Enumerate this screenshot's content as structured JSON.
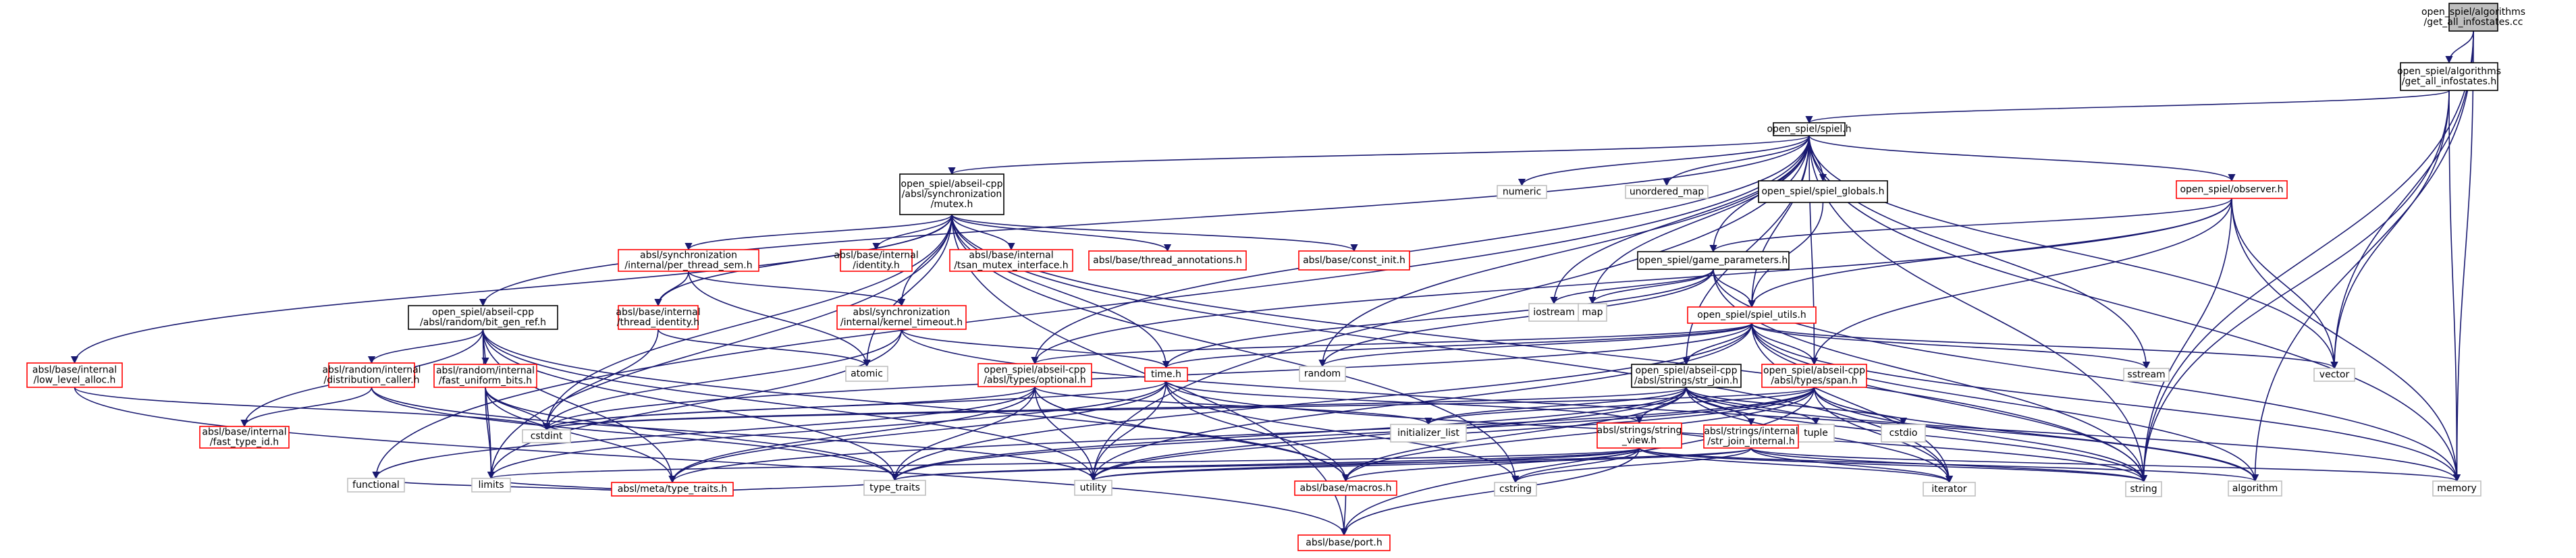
{
  "colors": {
    "edge": "#191970",
    "linked_border": "#ff0000",
    "plain_border": "#000000",
    "external_border": "#bfbfbf",
    "root_fill": "#bfbfbf",
    "external_text": "#404040"
  },
  "nodes": [
    {
      "id": "cc",
      "lines": [
        "open_spiel/algorithms",
        "/get_all_infostates.cc"
      ],
      "kind": "root"
    },
    {
      "id": "h",
      "lines": [
        "open_spiel/algorithms",
        "/get_all_infostates.h"
      ],
      "kind": "plain"
    },
    {
      "id": "spiel",
      "lines": [
        "open_spiel/spiel.h"
      ],
      "kind": "plain"
    },
    {
      "id": "mutex",
      "lines": [
        "open_spiel/abseil-cpp",
        "/absl/synchronization",
        "/mutex.h"
      ],
      "kind": "plain"
    },
    {
      "id": "numeric",
      "lines": [
        "numeric"
      ],
      "kind": "external"
    },
    {
      "id": "unordered_map",
      "lines": [
        "unordered_map"
      ],
      "kind": "external"
    },
    {
      "id": "spiel_globals",
      "lines": [
        "open_spiel/spiel_globals.h"
      ],
      "kind": "plain"
    },
    {
      "id": "observer",
      "lines": [
        "open_spiel/observer.h"
      ],
      "kind": "linked"
    },
    {
      "id": "per_thread_sem",
      "lines": [
        "absl/synchronization",
        "/internal/per_thread_sem.h"
      ],
      "kind": "linked"
    },
    {
      "id": "identity",
      "lines": [
        "absl/base/internal",
        "/identity.h"
      ],
      "kind": "linked"
    },
    {
      "id": "tsan",
      "lines": [
        "absl/base/internal",
        "/tsan_mutex_interface.h"
      ],
      "kind": "linked"
    },
    {
      "id": "thread_annotations",
      "lines": [
        "absl/base/thread_annotations.h"
      ],
      "kind": "linked"
    },
    {
      "id": "const_init",
      "lines": [
        "absl/base/const_init.h"
      ],
      "kind": "linked"
    },
    {
      "id": "game_parameters",
      "lines": [
        "open_spiel/game_parameters.h"
      ],
      "kind": "plain"
    },
    {
      "id": "iostream",
      "lines": [
        "iostream"
      ],
      "kind": "external"
    },
    {
      "id": "map",
      "lines": [
        "map"
      ],
      "kind": "external"
    },
    {
      "id": "bit_gen_ref",
      "lines": [
        "open_spiel/abseil-cpp",
        "/absl/random/bit_gen_ref.h"
      ],
      "kind": "plain"
    },
    {
      "id": "thread_identity",
      "lines": [
        "absl/base/internal",
        "/thread_identity.h"
      ],
      "kind": "linked"
    },
    {
      "id": "kernel_timeout",
      "lines": [
        "absl/synchronization",
        "/internal/kernel_timeout.h"
      ],
      "kind": "linked"
    },
    {
      "id": "spiel_utils",
      "lines": [
        "open_spiel/spiel_utils.h"
      ],
      "kind": "linked"
    },
    {
      "id": "low_level_alloc",
      "lines": [
        "absl/base/internal",
        "/low_level_alloc.h"
      ],
      "kind": "linked"
    },
    {
      "id": "distribution_caller",
      "lines": [
        "absl/random/internal",
        "/distribution_caller.h"
      ],
      "kind": "linked"
    },
    {
      "id": "fast_uniform_bits",
      "lines": [
        "absl/random/internal",
        "/fast_uniform_bits.h"
      ],
      "kind": "linked"
    },
    {
      "id": "atomic",
      "lines": [
        "atomic"
      ],
      "kind": "external"
    },
    {
      "id": "optional",
      "lines": [
        "open_spiel/abseil-cpp",
        "/absl/types/optional.h"
      ],
      "kind": "linked"
    },
    {
      "id": "time",
      "lines": [
        "time.h"
      ],
      "kind": "linked"
    },
    {
      "id": "random",
      "lines": [
        "random"
      ],
      "kind": "external"
    },
    {
      "id": "str_join",
      "lines": [
        "open_spiel/abseil-cpp",
        "/absl/strings/str_join.h"
      ],
      "kind": "plain"
    },
    {
      "id": "span",
      "lines": [
        "open_spiel/abseil-cpp",
        "/absl/types/span.h"
      ],
      "kind": "linked"
    },
    {
      "id": "sstream",
      "lines": [
        "sstream"
      ],
      "kind": "external"
    },
    {
      "id": "vector",
      "lines": [
        "vector"
      ],
      "kind": "external"
    },
    {
      "id": "fast_type_id",
      "lines": [
        "absl/base/internal",
        "/fast_type_id.h"
      ],
      "kind": "linked"
    },
    {
      "id": "cstdint",
      "lines": [
        "cstdint"
      ],
      "kind": "external"
    },
    {
      "id": "initializer_list",
      "lines": [
        "initializer_list"
      ],
      "kind": "external"
    },
    {
      "id": "string_view",
      "lines": [
        "absl/strings/string",
        "_view.h"
      ],
      "kind": "linked"
    },
    {
      "id": "tuple",
      "lines": [
        "tuple"
      ],
      "kind": "external"
    },
    {
      "id": "cstdio",
      "lines": [
        "cstdio"
      ],
      "kind": "external"
    },
    {
      "id": "str_join_internal",
      "lines": [
        "absl/strings/internal",
        "/str_join_internal.h"
      ],
      "kind": "linked"
    },
    {
      "id": "type_traits_h",
      "lines": [
        "absl/meta/type_traits.h"
      ],
      "kind": "linked"
    },
    {
      "id": "functional",
      "lines": [
        "functional"
      ],
      "kind": "external"
    },
    {
      "id": "limits",
      "lines": [
        "limits"
      ],
      "kind": "external"
    },
    {
      "id": "type_traits",
      "lines": [
        "type_traits"
      ],
      "kind": "external"
    },
    {
      "id": "utility",
      "lines": [
        "utility"
      ],
      "kind": "external"
    },
    {
      "id": "macros",
      "lines": [
        "absl/base/macros.h"
      ],
      "kind": "linked"
    },
    {
      "id": "cstring",
      "lines": [
        "cstring"
      ],
      "kind": "external"
    },
    {
      "id": "iterator",
      "lines": [
        "iterator"
      ],
      "kind": "external"
    },
    {
      "id": "string",
      "lines": [
        "string"
      ],
      "kind": "external"
    },
    {
      "id": "algorithm",
      "lines": [
        "algorithm"
      ],
      "kind": "external"
    },
    {
      "id": "memory",
      "lines": [
        "memory"
      ],
      "kind": "external"
    },
    {
      "id": "port",
      "lines": [
        "absl/base/port.h"
      ],
      "kind": "linked"
    }
  ],
  "edges": [
    [
      "cc",
      "h"
    ],
    [
      "cc",
      "string"
    ],
    [
      "cc",
      "vector"
    ],
    [
      "cc",
      "memory"
    ],
    [
      "cc",
      "algorithm"
    ],
    [
      "h",
      "spiel"
    ],
    [
      "h",
      "string"
    ],
    [
      "h",
      "vector"
    ],
    [
      "h",
      "memory"
    ],
    [
      "spiel",
      "mutex"
    ],
    [
      "spiel",
      "numeric"
    ],
    [
      "spiel",
      "unordered_map"
    ],
    [
      "spiel",
      "spiel_globals"
    ],
    [
      "spiel",
      "observer"
    ],
    [
      "spiel",
      "game_parameters"
    ],
    [
      "spiel",
      "iostream"
    ],
    [
      "spiel",
      "map"
    ],
    [
      "spiel",
      "bit_gen_ref"
    ],
    [
      "spiel",
      "spiel_utils"
    ],
    [
      "spiel",
      "random"
    ],
    [
      "spiel",
      "str_join"
    ],
    [
      "spiel",
      "span"
    ],
    [
      "spiel",
      "sstream"
    ],
    [
      "spiel",
      "vector"
    ],
    [
      "spiel",
      "optional"
    ],
    [
      "spiel",
      "functional"
    ],
    [
      "spiel",
      "string"
    ],
    [
      "spiel",
      "memory"
    ],
    [
      "spiel",
      "utility"
    ],
    [
      "mutex",
      "per_thread_sem"
    ],
    [
      "mutex",
      "identity"
    ],
    [
      "mutex",
      "tsan"
    ],
    [
      "mutex",
      "thread_annotations"
    ],
    [
      "mutex",
      "const_init"
    ],
    [
      "mutex",
      "thread_identity"
    ],
    [
      "mutex",
      "kernel_timeout"
    ],
    [
      "mutex",
      "low_level_alloc"
    ],
    [
      "mutex",
      "atomic"
    ],
    [
      "mutex",
      "time"
    ],
    [
      "mutex",
      "cstdint"
    ],
    [
      "mutex",
      "cstring"
    ],
    [
      "mutex",
      "iterator"
    ],
    [
      "mutex",
      "string"
    ],
    [
      "mutex",
      "port"
    ],
    [
      "mutex",
      "limits"
    ],
    [
      "per_thread_sem",
      "thread_identity"
    ],
    [
      "per_thread_sem",
      "kernel_timeout"
    ],
    [
      "per_thread_sem",
      "atomic"
    ],
    [
      "thread_identity",
      "cstdint"
    ],
    [
      "thread_identity",
      "atomic"
    ],
    [
      "kernel_timeout",
      "time"
    ],
    [
      "kernel_timeout",
      "cstdint"
    ],
    [
      "kernel_timeout",
      "limits"
    ],
    [
      "kernel_timeout",
      "algorithm"
    ],
    [
      "low_level_alloc",
      "cstdint"
    ],
    [
      "low_level_alloc",
      "port"
    ],
    [
      "spiel_globals",
      "spiel_utils"
    ],
    [
      "observer",
      "game_parameters"
    ],
    [
      "observer",
      "spiel_utils"
    ],
    [
      "observer",
      "span"
    ],
    [
      "observer",
      "optional"
    ],
    [
      "observer",
      "string"
    ],
    [
      "observer",
      "vector"
    ],
    [
      "observer",
      "memory"
    ],
    [
      "game_parameters",
      "iostream"
    ],
    [
      "game_parameters",
      "map"
    ],
    [
      "game_parameters",
      "spiel_utils"
    ],
    [
      "game_parameters",
      "string"
    ],
    [
      "game_parameters",
      "memory"
    ],
    [
      "game_parameters",
      "time"
    ],
    [
      "game_parameters",
      "random"
    ],
    [
      "bit_gen_ref",
      "distribution_caller"
    ],
    [
      "bit_gen_ref",
      "fast_uniform_bits"
    ],
    [
      "bit_gen_ref",
      "fast_type_id"
    ],
    [
      "bit_gen_ref",
      "type_traits_h"
    ],
    [
      "bit_gen_ref",
      "macros"
    ],
    [
      "bit_gen_ref",
      "limits"
    ],
    [
      "bit_gen_ref",
      "type_traits"
    ],
    [
      "bit_gen_ref",
      "utility"
    ],
    [
      "distribution_caller",
      "fast_type_id"
    ],
    [
      "distribution_caller",
      "type_traits"
    ],
    [
      "distribution_caller",
      "utility"
    ],
    [
      "fast_uniform_bits",
      "type_traits_h"
    ],
    [
      "fast_uniform_bits",
      "cstdint"
    ],
    [
      "fast_uniform_bits",
      "limits"
    ],
    [
      "fast_uniform_bits",
      "type_traits"
    ],
    [
      "spiel_utils",
      "random"
    ],
    [
      "spiel_utils",
      "str_join"
    ],
    [
      "spiel_utils",
      "span"
    ],
    [
      "spiel_utils",
      "sstream"
    ],
    [
      "spiel_utils",
      "vector"
    ],
    [
      "spiel_utils",
      "optional"
    ],
    [
      "spiel_utils",
      "time"
    ],
    [
      "spiel_utils",
      "algorithm"
    ],
    [
      "spiel_utils",
      "cstdint"
    ],
    [
      "spiel_utils",
      "string"
    ],
    [
      "spiel_utils",
      "utility"
    ],
    [
      "spiel_utils",
      "type_traits"
    ],
    [
      "spiel_utils",
      "iterator"
    ],
    [
      "spiel_utils",
      "memory"
    ],
    [
      "optional",
      "type_traits_h"
    ],
    [
      "optional",
      "cstdint"
    ],
    [
      "optional",
      "functional"
    ],
    [
      "optional",
      "initializer_list"
    ],
    [
      "optional",
      "type_traits"
    ],
    [
      "optional",
      "utility"
    ],
    [
      "optional",
      "macros"
    ],
    [
      "time",
      "cstdint"
    ],
    [
      "time",
      "type_traits_h"
    ],
    [
      "time",
      "limits"
    ],
    [
      "time",
      "string"
    ],
    [
      "time",
      "utility"
    ],
    [
      "time",
      "macros"
    ],
    [
      "time",
      "string_view"
    ],
    [
      "time",
      "cstring"
    ],
    [
      "str_join",
      "string_view"
    ],
    [
      "str_join",
      "str_join_internal"
    ],
    [
      "str_join",
      "macros"
    ],
    [
      "str_join",
      "initializer_list"
    ],
    [
      "str_join",
      "tuple"
    ],
    [
      "str_join",
      "cstdio"
    ],
    [
      "str_join",
      "cstdint"
    ],
    [
      "str_join",
      "iterator"
    ],
    [
      "str_join",
      "string"
    ],
    [
      "str_join",
      "type_traits"
    ],
    [
      "str_join",
      "utility"
    ],
    [
      "str_join",
      "memory"
    ],
    [
      "span",
      "type_traits_h"
    ],
    [
      "span",
      "macros"
    ],
    [
      "span",
      "initializer_list"
    ],
    [
      "span",
      "algorithm"
    ],
    [
      "span",
      "iterator"
    ],
    [
      "span",
      "string"
    ],
    [
      "span",
      "utility"
    ],
    [
      "span",
      "type_traits"
    ],
    [
      "span",
      "port"
    ],
    [
      "span",
      "cstdint"
    ],
    [
      "string_view",
      "macros"
    ],
    [
      "string_view",
      "port"
    ],
    [
      "string_view",
      "algorithm"
    ],
    [
      "string_view",
      "cstring"
    ],
    [
      "string_view",
      "iterator"
    ],
    [
      "string_view",
      "limits"
    ],
    [
      "string_view",
      "string"
    ],
    [
      "string_view",
      "type_traits"
    ],
    [
      "string_view",
      "utility"
    ],
    [
      "str_join_internal",
      "string_view"
    ],
    [
      "str_join_internal",
      "cstring"
    ],
    [
      "str_join_internal",
      "iterator"
    ],
    [
      "str_join_internal",
      "memory"
    ],
    [
      "str_join_internal",
      "string"
    ],
    [
      "str_join_internal",
      "type_traits"
    ],
    [
      "str_join_internal",
      "utility"
    ],
    [
      "type_traits_h",
      "functional"
    ],
    [
      "type_traits_h",
      "type_traits"
    ],
    [
      "type_traits_h",
      "limits"
    ],
    [
      "macros",
      "port"
    ]
  ]
}
